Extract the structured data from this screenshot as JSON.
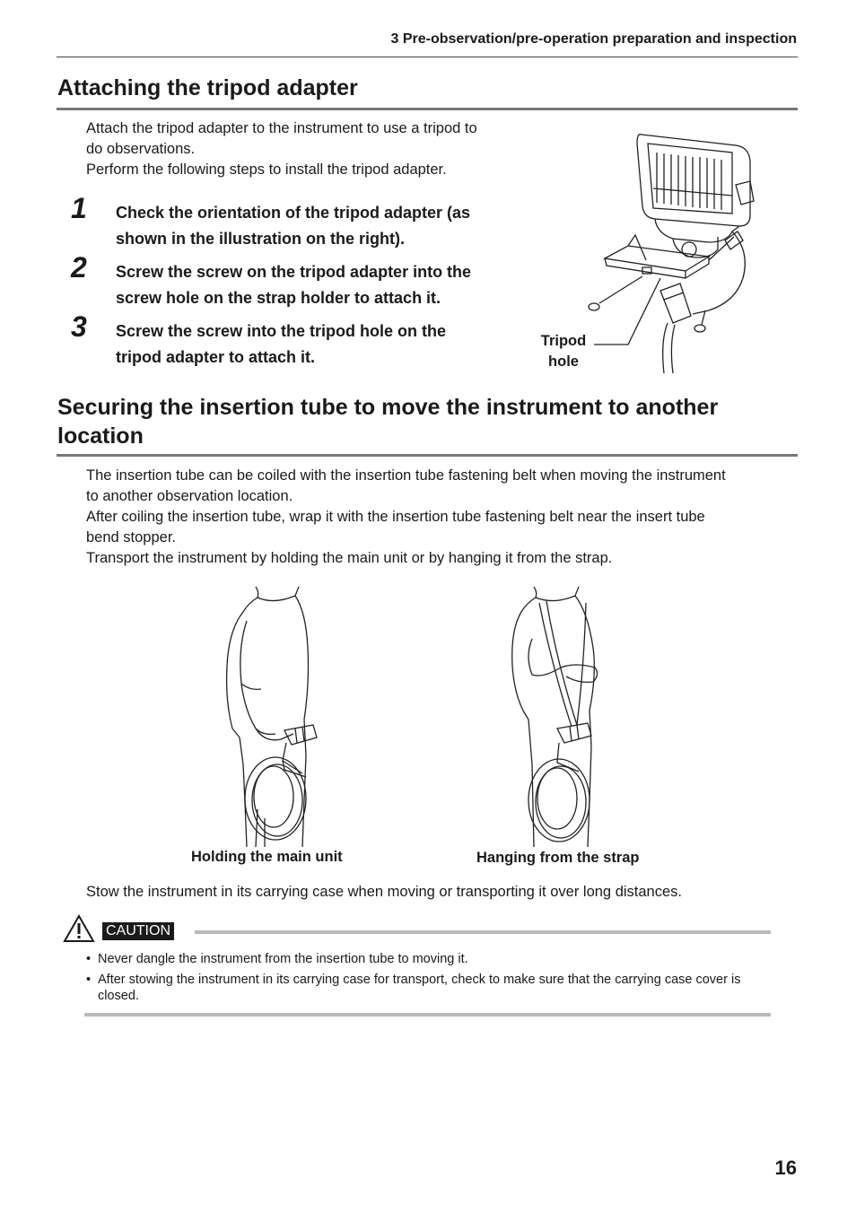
{
  "header": {
    "chapter": "3 Pre-observation/pre-operation preparation and inspection"
  },
  "section1": {
    "title": "Attaching the tripod adapter",
    "intro": [
      "Attach the tripod adapter to the instrument to use a tripod to",
      "do observations.",
      "Perform the following steps to install the tripod adapter."
    ],
    "steps": [
      {
        "num": "1",
        "lines": [
          "Check the orientation of the tripod adapter (as",
          "shown in the illustration on the right)."
        ]
      },
      {
        "num": "2",
        "lines": [
          "Screw the screw on the tripod adapter into the",
          "screw hole on the strap holder to attach it."
        ]
      },
      {
        "num": "3",
        "lines": [
          "Screw the screw into the tripod hole on the",
          "tripod adapter to attach it."
        ]
      }
    ],
    "figure_label": [
      "Tripod",
      "hole"
    ]
  },
  "section2": {
    "title_lines": [
      "Securing the insertion tube to move the instrument to another",
      "location"
    ],
    "paragraph": [
      "The insertion tube can be coiled with the insertion tube fastening belt when moving the instrument",
      "to another observation location.",
      "After coiling the insertion tube, wrap it with the insertion tube fastening belt near the insert tube",
      "bend stopper.",
      "Transport the instrument by holding the main unit or by hanging it from the strap."
    ],
    "figure_captions": [
      "Holding the main unit",
      "Hanging from the strap"
    ],
    "stow_text": "Stow the instrument in its carrying case when moving or transporting it over long distances."
  },
  "caution": {
    "label": "CAUTION",
    "items": [
      "Never dangle the instrument from the insertion tube to moving it.",
      "After stowing the instrument in its carrying case for transport, check to make sure that the carrying case cover is closed."
    ]
  },
  "footer": {
    "page_number": "16"
  }
}
